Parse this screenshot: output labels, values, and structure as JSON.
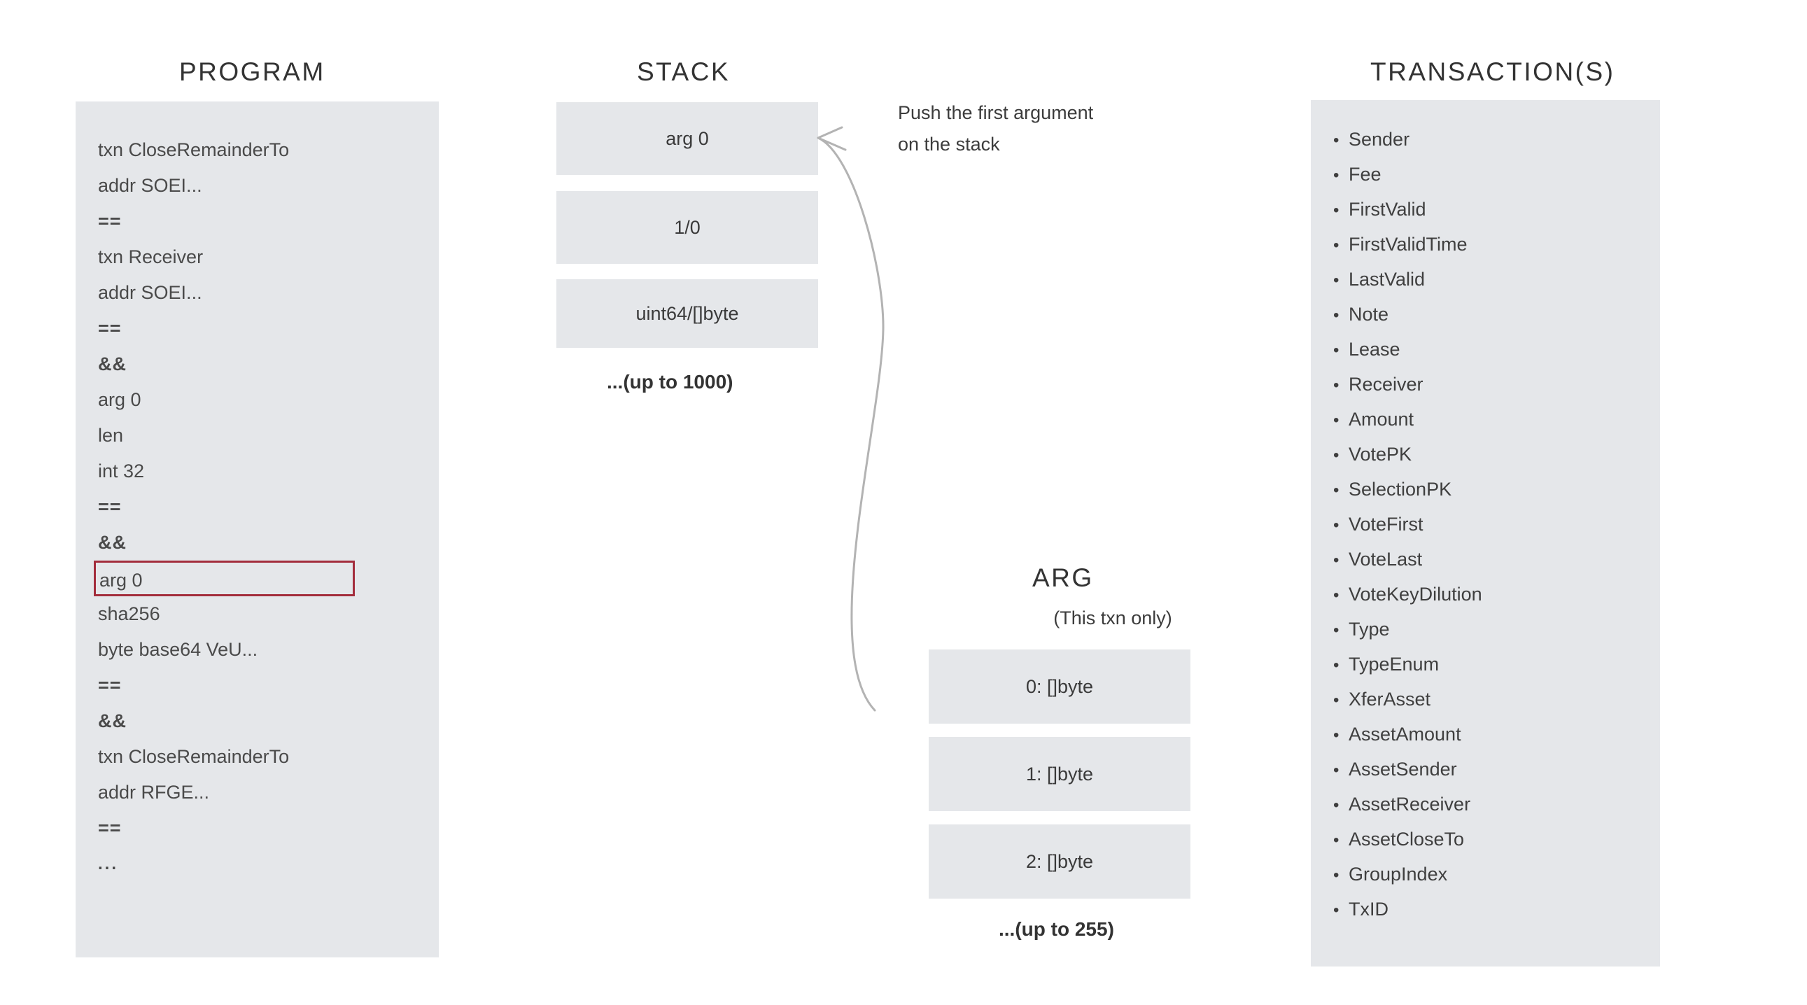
{
  "program": {
    "title": "PROGRAM",
    "lines": [
      {
        "text": "txn CloseRemainderTo",
        "style": "normal"
      },
      {
        "text": "addr SOEI...",
        "style": "normal"
      },
      {
        "text": "==",
        "style": "op"
      },
      {
        "text": "txn Receiver",
        "style": "normal"
      },
      {
        "text": "addr SOEI...",
        "style": "normal"
      },
      {
        "text": "==",
        "style": "op"
      },
      {
        "text": "&&",
        "style": "op"
      },
      {
        "text": "arg 0",
        "style": "normal"
      },
      {
        "text": "len",
        "style": "normal"
      },
      {
        "text": "int 32",
        "style": "normal"
      },
      {
        "text": "==",
        "style": "op"
      },
      {
        "text": "&&",
        "style": "op"
      },
      {
        "text": "arg 0",
        "style": "highlight"
      },
      {
        "text": "sha256",
        "style": "normal"
      },
      {
        "text": "byte base64 VeU...",
        "style": "normal"
      },
      {
        "text": "==",
        "style": "op"
      },
      {
        "text": "&&",
        "style": "op"
      },
      {
        "text": "txn CloseRemainderTo",
        "style": "normal"
      },
      {
        "text": "addr RFGE...",
        "style": "normal"
      },
      {
        "text": "==",
        "style": "op"
      },
      {
        "text": "...",
        "style": "ellipsis"
      }
    ],
    "highlight_color": "#a32d3c"
  },
  "stack": {
    "title": "STACK",
    "slots": [
      "arg 0",
      "1/0",
      "uint64/[]byte"
    ],
    "more_label": "...(up to 1000)"
  },
  "annotation": {
    "line1": "Push the first argument",
    "line2": "on the stack"
  },
  "arg": {
    "title": "ARG",
    "subtitle": "(This txn only)",
    "slots": [
      "0: []byte",
      "1: []byte",
      "2: []byte"
    ],
    "more_label": "...(up to 255)"
  },
  "transactions": {
    "title": "TRANSACTION(S)",
    "bullet": "•",
    "fields": [
      "Sender",
      "Fee",
      "FirstValid",
      "FirstValidTime",
      "LastValid",
      "Note",
      "Lease",
      "Receiver",
      "Amount",
      "VotePK",
      "SelectionPK",
      "VoteFirst",
      "VoteLast",
      "VoteKeyDilution",
      "Type",
      "TypeEnum",
      "XferAsset",
      "AssetAmount",
      "AssetSender",
      "AssetReceiver",
      "AssetCloseTo",
      "GroupIndex",
      "TxID"
    ]
  },
  "colors": {
    "panel": "#e5e7ea",
    "text": "#3b3b3b",
    "highlight": "#a32d3c",
    "arrow": "#b0b0b0",
    "background": "#ffffff"
  }
}
